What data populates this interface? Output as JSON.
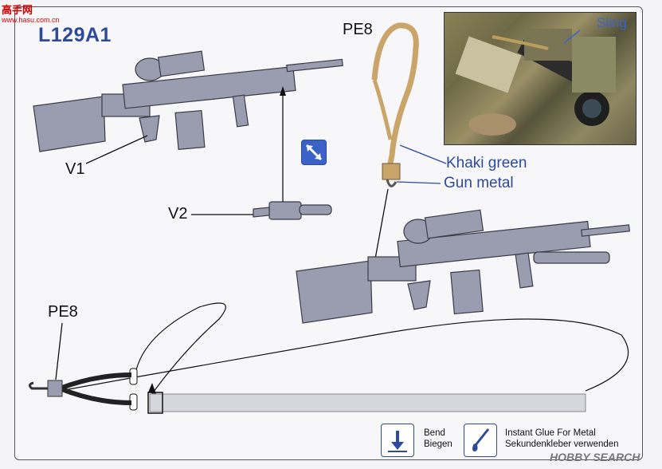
{
  "watermark": {
    "line1": "高手网",
    "line2": "www.hasu.com.cn",
    "footer": "HOBBY SEARCH"
  },
  "title": "L129A1",
  "labels": {
    "v1": "V1",
    "v2": "V2",
    "pe8_top": "PE8",
    "pe8_bottom": "PE8",
    "khaki": "Khaki green",
    "gunmetal": "Gun metal",
    "sling": "Sling"
  },
  "legend": {
    "bend_en": "Bend",
    "bend_de": "Biegen",
    "glue_en": "Instant Glue For Metal",
    "glue_de": "Sekundenkleber verwenden"
  },
  "colors": {
    "title": "#2d4a9d",
    "part": "#9a9cb0",
    "outline": "#3b3c48",
    "sling": "#c9a56a"
  }
}
